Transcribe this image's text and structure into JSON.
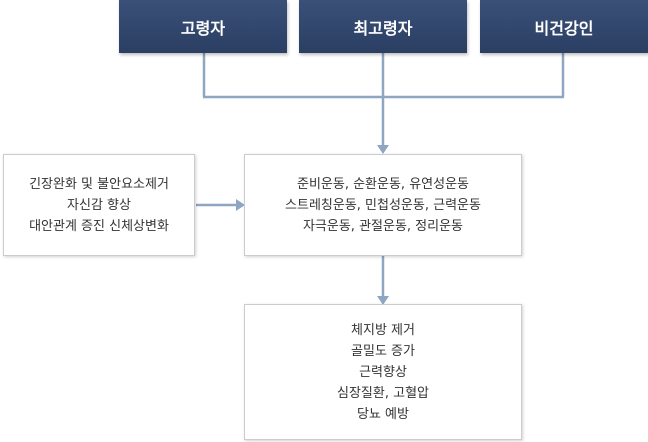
{
  "headers": [
    "고령자",
    "최고령자",
    "비건강인"
  ],
  "left_box": {
    "lines": [
      "긴장완화 및 불안요소제거",
      "자신감 향상",
      "대안관계 증진 신체상변화"
    ]
  },
  "center_box": {
    "lines": [
      "준비운동, 순환운동, 유연성운동",
      "스트레칭운동, 민첩성운동, 근력운동",
      "자극운동, 관절운동, 정리운동"
    ]
  },
  "bottom_box": {
    "lines": [
      "체지방 제거",
      "골밀도 증가",
      "근력향상",
      "심장질환, 고혈압",
      "당뇨 예방"
    ]
  },
  "colors": {
    "header": "#2f4468",
    "connector": "#8fa6c3",
    "border": "#cccccc",
    "text": "#333333"
  }
}
